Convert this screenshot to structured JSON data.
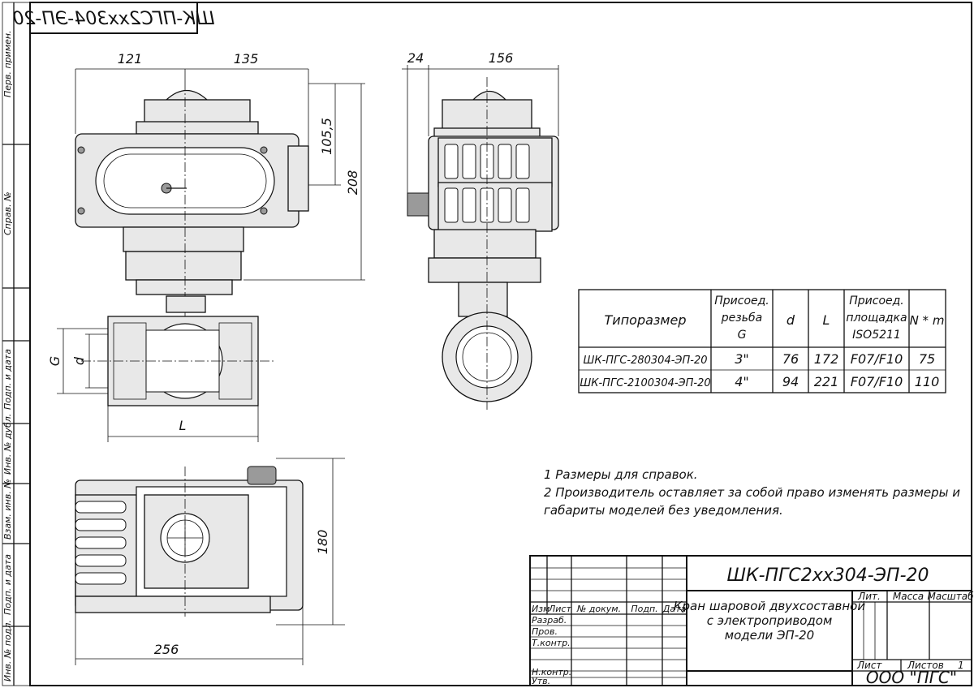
{
  "header": {
    "stamp_code": "ШК-ПГС2хх304-ЭП-20"
  },
  "side_labels": {
    "perv_primen": "Перв. примен.",
    "sprav_no": "Справ. №",
    "podp_data_1": "Подп. и дата",
    "inv_dubl": "Инв. № дубл.",
    "vzam_inv": "Взам. инв. №",
    "podp_data_2": "Подп. и дата",
    "inv_podl": "Инв. № подл."
  },
  "dimensions": {
    "front_left": "121",
    "front_right": "135",
    "front_h1": "105,5",
    "front_h2": "208",
    "side_w1": "24",
    "side_w2": "156",
    "body_g": "G",
    "body_d": "d",
    "body_l": "L",
    "top_w": "256",
    "top_h": "180"
  },
  "spec_table": {
    "headers": [
      "Типоразмер",
      "Присоед. резьба G",
      "d",
      "L",
      "Присоед. площадка ISO5211",
      "N * m"
    ],
    "rows": [
      [
        "ШК-ПГС-280304-ЭП-20",
        "3\"",
        "76",
        "172",
        "F07/F10",
        "75"
      ],
      [
        "ШК-ПГС-2100304-ЭП-20",
        "4\"",
        "94",
        "221",
        "F07/F10",
        "110"
      ]
    ]
  },
  "notes": {
    "line1": "1 Размеры для справок.",
    "line2": "2 Производитель оставляет за собой право изменять размеры и",
    "line3": "габариты моделей без уведомления."
  },
  "title_block": {
    "designation": "ШК-ПГС2хх304-ЭП-20",
    "name_line1": "Кран шаровой двухсоставной",
    "name_line2": "с электроприводом",
    "name_line3": "модели ЭП-20",
    "col_izm": "Изм",
    "col_list": "Лист",
    "col_dokum": "№ докум.",
    "col_podp": "Подп.",
    "col_data": "Дата",
    "razrab": "Разраб.",
    "prov": "Пров.",
    "tkontr": "Т.контр.",
    "nkontr": "Н.контр.",
    "utv": "Утв.",
    "lit": "Лит.",
    "massa": "Масса",
    "masshtab": "Масштаб",
    "list_label": "Лист",
    "listov_label": "Листов",
    "listov_value": "1",
    "company": "ООО \"ПГС\""
  }
}
